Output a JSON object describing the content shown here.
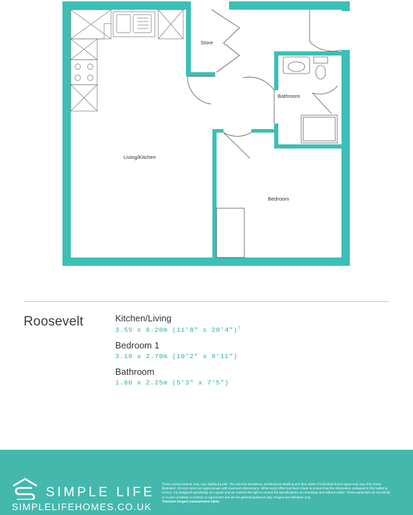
{
  "floorplan": {
    "rooms": [
      {
        "id": "store",
        "label": "Store"
      },
      {
        "id": "bathroom",
        "label": "Bathroom"
      },
      {
        "id": "living",
        "label": "Living/Kitchen"
      },
      {
        "id": "bedroom",
        "label": "Bedroom"
      }
    ],
    "colors": {
      "wall": "#3cbfb6",
      "fixture": "#7a7a7a"
    }
  },
  "plot": {
    "name": "Roosevelt"
  },
  "schedule": [
    {
      "name": "Kitchen/Living",
      "dims": "3.55 x 6.20m (11'8\" x 20'4\")",
      "note": "†"
    },
    {
      "name": "Bedroom 1",
      "dims": "3.10 x 2.70m (10'2\" x 8'11\")",
      "note": ""
    },
    {
      "name": "Bathroom",
      "dims": "1.60 x 2.25m (5'3\" x 7'5\")",
      "note": ""
    }
  ],
  "footer": {
    "brand": "SIMPLE LIFE",
    "website": "SIMPLELIFEHOMES.CO.UK",
    "disclaimer": "These measurements may vary slightly by plot. The external elevations, architectural detailing and floor plans of individual house types may vary from those illustrated. All room sizes are approximate with maximum dimensions. While every effort has been made to ensure that the information contained in this leaflet is correct, it is designed specifically as a guide and we reserve the right to amend the specifications as necessary and without notice. These particulars do not wholly or in part constitute a contract or agreement and are for general guidance only. Images are indicative only.",
    "disclaimer_note": "†Denotes longest measurement taken.",
    "color": "#44b8ad"
  }
}
